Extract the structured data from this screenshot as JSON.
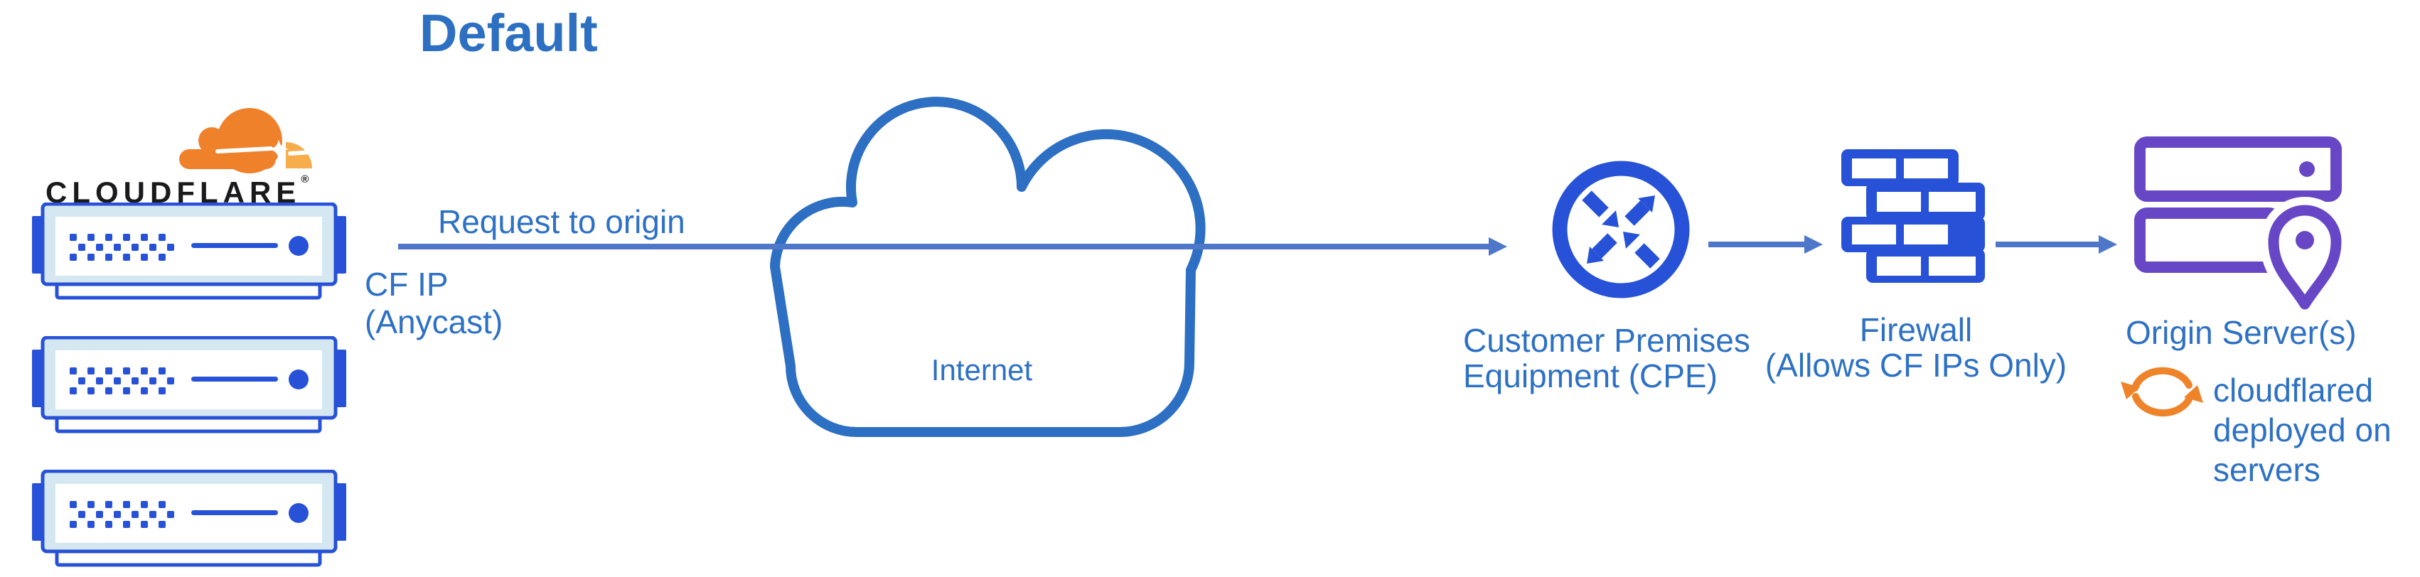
{
  "title": "Default",
  "colors": {
    "diagram_text_blue": "#2e71c4",
    "arrow_blue": "#4e77ca",
    "icon_royal_blue": "#2752d8",
    "server_pale_blue": "#d5e8f2",
    "cloud_outline_blue": "#2d6fc2",
    "origin_purple": "#6747c6",
    "cloudflare_orange": "#f0812b",
    "cloudflare_orange_light": "#f7ad4b",
    "sync_orange": "#ef8329",
    "logotype_black": "#1a1a1c"
  },
  "cloudflare_node": {
    "brand": "CLOUDFLARE",
    "registered_mark": "®",
    "icon": "server-stack-icon",
    "server_count": 3
  },
  "request_arrow": {
    "label": "Request to origin",
    "ip_line1": "CF IP",
    "ip_line2": "(Anycast)"
  },
  "internet_cloud": {
    "label": "Internet",
    "icon": "cloud-icon"
  },
  "cpe_node": {
    "label_line1": "Customer Premises",
    "label_line2": "Equipment (CPE)",
    "icon": "router-arrows-icon"
  },
  "firewall_node": {
    "label_line1": "Firewall",
    "label_line2": "(Allows CF IPs Only)",
    "icon": "brick-wall-icon"
  },
  "origin_node": {
    "label": "Origin Server(s)",
    "icon": "origin-servers-pin-icon",
    "note": {
      "icon": "sync-arrows-icon",
      "line1": "cloudflared",
      "line2": "deployed on",
      "line3": "servers"
    }
  }
}
